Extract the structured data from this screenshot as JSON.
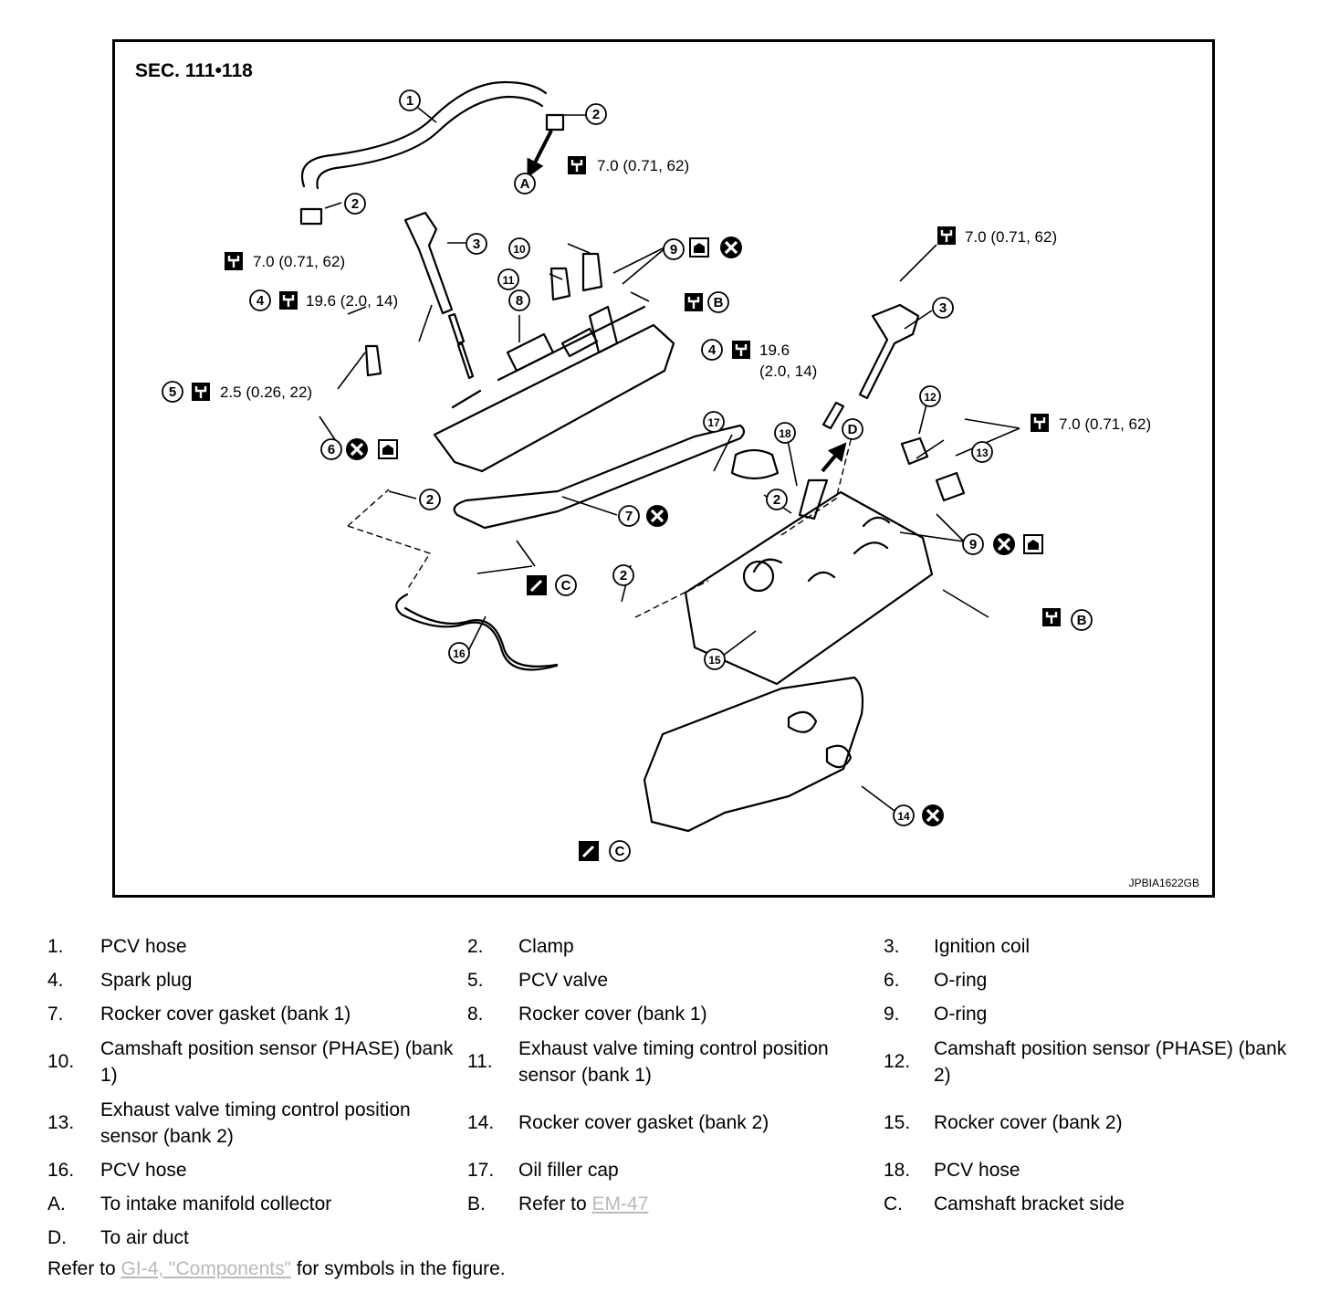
{
  "figure": {
    "section": "SEC. 111•118",
    "figure_id": "JPBIA1622GB",
    "torque_labels": {
      "t1": "7.0 (0.71, 62)",
      "t2": "7.0 (0.71, 62)",
      "t3": "19.6 (2.0, 14)",
      "t4": "2.5 (0.26, 22)",
      "t5": "7.0 (0.71, 62)",
      "t6a": "19.6",
      "t6b": "(2.0, 14)",
      "t7": "7.0 (0.71, 62)"
    },
    "callouts": [
      "1",
      "2",
      "3",
      "4",
      "5",
      "6",
      "7",
      "8",
      "9",
      "10",
      "11",
      "12",
      "13",
      "14",
      "15",
      "16",
      "17",
      "18",
      "A",
      "B",
      "C",
      "D"
    ]
  },
  "legend": {
    "r1": [
      {
        "n": "1.",
        "t": "PCV hose"
      },
      {
        "n": "2.",
        "t": "Clamp"
      },
      {
        "n": "3.",
        "t": "Ignition coil"
      }
    ],
    "r2": [
      {
        "n": "4.",
        "t": "Spark plug"
      },
      {
        "n": "5.",
        "t": "PCV valve"
      },
      {
        "n": "6.",
        "t": "O-ring"
      }
    ],
    "r3": [
      {
        "n": "7.",
        "t": "Rocker cover gasket (bank 1)"
      },
      {
        "n": "8.",
        "t": "Rocker cover (bank 1)"
      },
      {
        "n": "9.",
        "t": "O-ring"
      }
    ],
    "r4": [
      {
        "n": "10.",
        "t": "Camshaft position sensor (PHASE) (bank 1)"
      },
      {
        "n": "11.",
        "t": "Exhaust valve timing control position sensor (bank 1)"
      },
      {
        "n": "12.",
        "t": "Camshaft position sensor (PHASE) (bank 2)"
      }
    ],
    "r5": [
      {
        "n": "13.",
        "t": "Exhaust valve timing control position sensor (bank 2)"
      },
      {
        "n": "14.",
        "t": "Rocker cover gasket (bank 2)"
      },
      {
        "n": "15.",
        "t": "Rocker cover (bank 2)"
      }
    ],
    "r6": [
      {
        "n": "16.",
        "t": "PCV hose"
      },
      {
        "n": "17.",
        "t": "Oil filler cap"
      },
      {
        "n": "18.",
        "t": "PCV hose"
      }
    ],
    "r7": [
      {
        "n": "A.",
        "t": "To intake manifold collector"
      },
      {
        "n": "B.",
        "t": "Refer to ",
        "link": "EM-47"
      },
      {
        "n": "C.",
        "t": "Camshaft bracket side"
      }
    ],
    "r8": [
      {
        "n": "D.",
        "t": "To air duct"
      }
    ]
  },
  "footer": {
    "before": "Refer to ",
    "link": "GI-4, \"Components\"",
    "after": " for symbols in the figure."
  }
}
